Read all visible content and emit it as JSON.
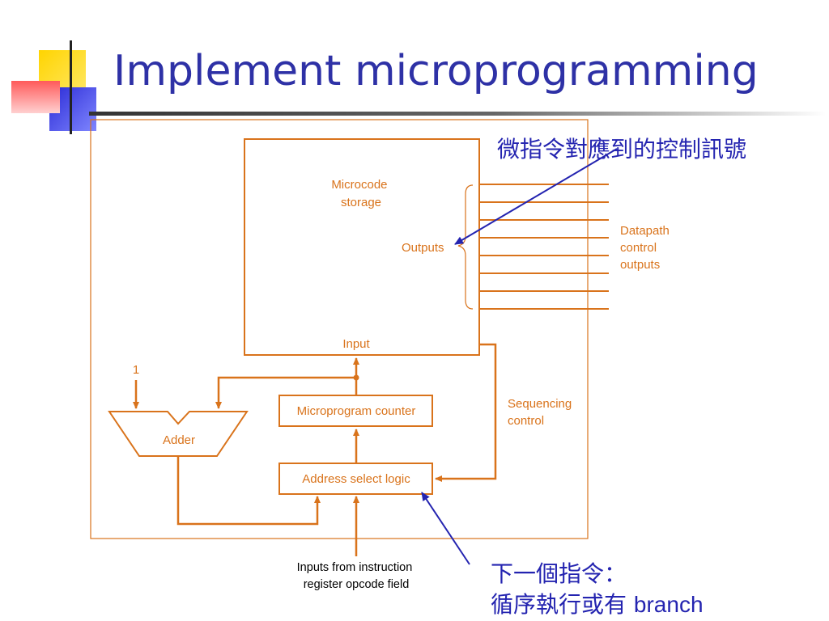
{
  "title": "Implement microprogramming",
  "colors": {
    "title": "#2e31a6",
    "diagram": "#d9731b",
    "annotation": "#2424b0"
  },
  "diagram": {
    "microcode_storage": "Microcode\nstorage",
    "outputs": "Outputs",
    "input": "Input",
    "datapath_outputs": "Datapath\ncontrol\noutputs",
    "sequencing_control": "Sequencing\ncontrol",
    "constant_one": "1",
    "adder": "Adder",
    "microprogram_counter": "Microprogram counter",
    "address_select_logic": "Address select logic",
    "inputs_from_ir": "Inputs from instruction\nregister opcode field"
  },
  "annotations": {
    "control_signals": "微指令對應到的控制訊號",
    "next_instruction_line1": "下一個指令：",
    "next_instruction_line2_cn": "循序執行或有 ",
    "next_instruction_line2_en": "branch"
  }
}
